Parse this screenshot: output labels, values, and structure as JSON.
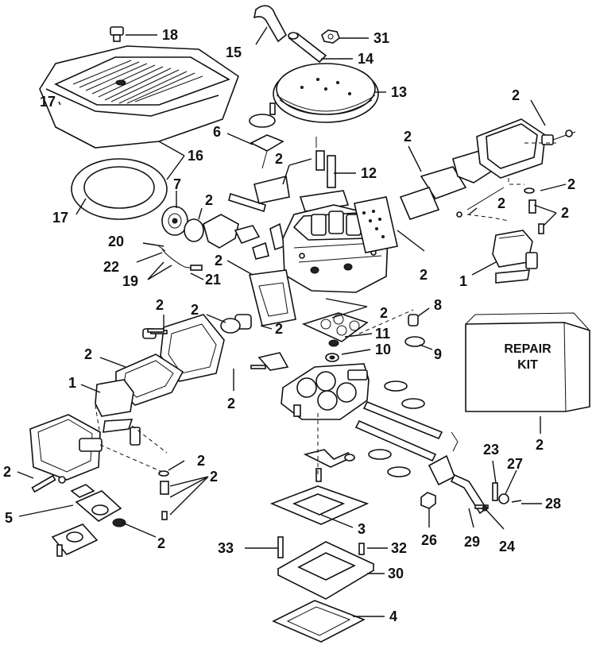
{
  "diagram": {
    "repair_kit": {
      "line1": "REPAIR",
      "line2": "KIT"
    },
    "callouts": {
      "c1a": "1",
      "c1b": "1",
      "c2a": "2",
      "c2b": "2",
      "c2c": "2",
      "c2d": "2",
      "c2e": "2",
      "c2f": "2",
      "c2g": "2",
      "c2h": "2",
      "c2i": "2",
      "c2j": "2",
      "c2k": "2",
      "c2l": "2",
      "c2m": "2",
      "c2n": "2",
      "c2o": "2",
      "c2p": "2",
      "c2q": "2",
      "c2r": "2",
      "c2s": "2",
      "c3": "3",
      "c4": "4",
      "c5": "5",
      "c6": "6",
      "c7": "7",
      "c8": "8",
      "c9": "9",
      "c10": "10",
      "c11": "11",
      "c12": "12",
      "c13": "13",
      "c14": "14",
      "c15": "15",
      "c16": "16",
      "c17": "17",
      "c18": "18",
      "c19": "19",
      "c20": "20",
      "c21": "21",
      "c22": "22",
      "c23": "23",
      "c24": "24",
      "c26": "26",
      "c27": "27",
      "c28": "28",
      "c29": "29",
      "c30": "30",
      "c31": "31",
      "c32": "32",
      "c33": "33"
    }
  }
}
